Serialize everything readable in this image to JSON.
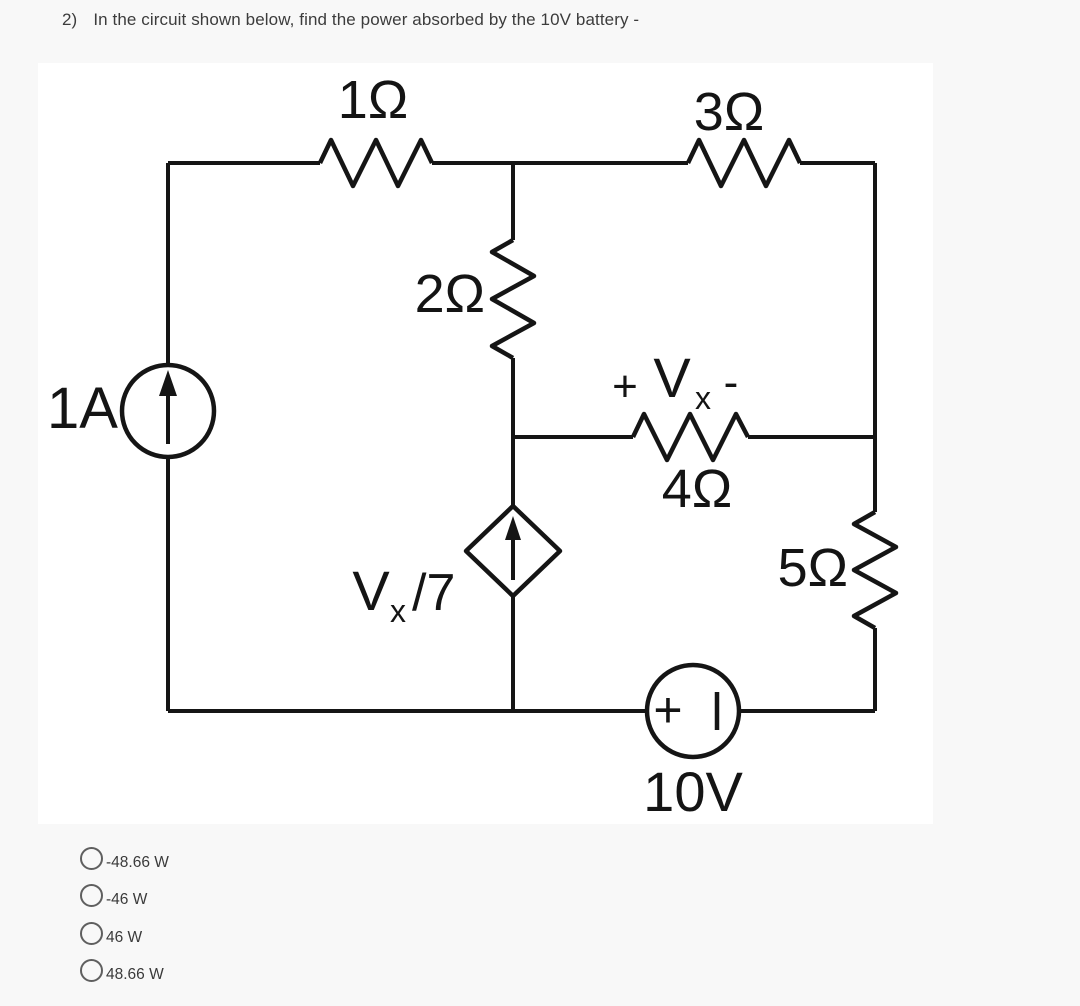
{
  "question": {
    "number": "2)",
    "text": "In the circuit shown below, find the power absorbed by the 10V battery -"
  },
  "circuit": {
    "labels": {
      "r1": "1Ω",
      "r2": "2Ω",
      "r3": "3Ω",
      "r4": "4Ω",
      "r5": "5Ω",
      "current_source": "1A",
      "battery": "10V",
      "battery_plus": "+",
      "vx_marker": {
        "plus": "+",
        "base": "V",
        "sub": "x",
        "minus": "-"
      },
      "dep_source": {
        "base": "V",
        "sub": "x",
        "suffix": "/7"
      }
    },
    "colors": {
      "line": "#151515",
      "panel": "#ffffff",
      "background": "#f8f8f8",
      "text": "#3a3a3a"
    }
  },
  "options": [
    {
      "label": "-48.66 W"
    },
    {
      "label": "-46 W"
    },
    {
      "label": "46 W"
    },
    {
      "label": "48.66 W"
    }
  ]
}
